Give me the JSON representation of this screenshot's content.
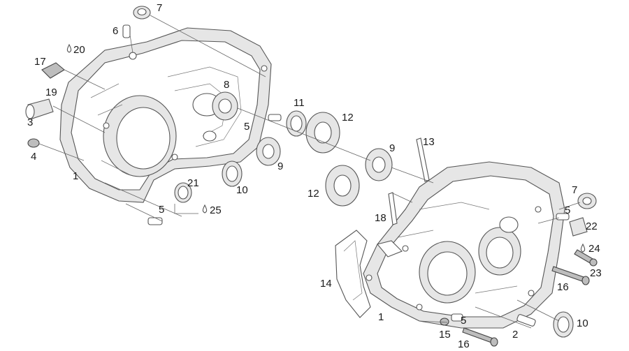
{
  "diagram": {
    "callouts": [
      {
        "id": "c7a",
        "text": "7"
      },
      {
        "id": "c6",
        "text": "6"
      },
      {
        "id": "c20",
        "text": "20"
      },
      {
        "id": "c17",
        "text": "17"
      },
      {
        "id": "c19",
        "text": "19"
      },
      {
        "id": "c3",
        "text": "3"
      },
      {
        "id": "c4",
        "text": "4"
      },
      {
        "id": "c1a",
        "text": "1"
      },
      {
        "id": "c8",
        "text": "8"
      },
      {
        "id": "c11",
        "text": "11"
      },
      {
        "id": "c12a",
        "text": "12"
      },
      {
        "id": "c5a",
        "text": "5"
      },
      {
        "id": "c9a",
        "text": "9"
      },
      {
        "id": "c10a",
        "text": "10"
      },
      {
        "id": "c21",
        "text": "21"
      },
      {
        "id": "c25",
        "text": "25"
      },
      {
        "id": "c5b",
        "text": "5"
      },
      {
        "id": "c9b",
        "text": "9"
      },
      {
        "id": "c13",
        "text": "13"
      },
      {
        "id": "c12b",
        "text": "12"
      },
      {
        "id": "c18",
        "text": "18"
      },
      {
        "id": "c7b",
        "text": "7"
      },
      {
        "id": "c5c",
        "text": "5"
      },
      {
        "id": "c22",
        "text": "22"
      },
      {
        "id": "c24",
        "text": "24"
      },
      {
        "id": "c23",
        "text": "23"
      },
      {
        "id": "c16a",
        "text": "16"
      },
      {
        "id": "c14",
        "text": "14"
      },
      {
        "id": "c1b",
        "text": "1"
      },
      {
        "id": "c15",
        "text": "15"
      },
      {
        "id": "c5d",
        "text": "5"
      },
      {
        "id": "c2",
        "text": "2"
      },
      {
        "id": "c10b",
        "text": "10"
      },
      {
        "id": "c16b",
        "text": "16"
      }
    ]
  }
}
